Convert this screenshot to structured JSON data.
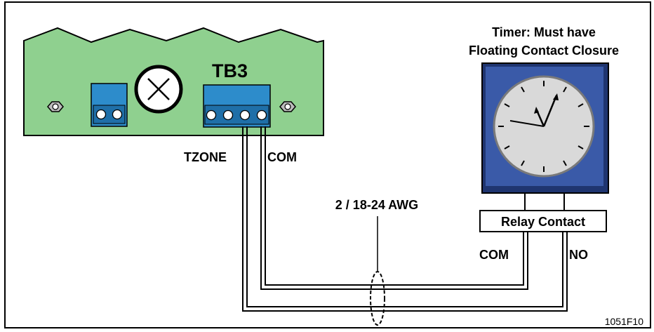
{
  "timer": {
    "title_line1": "Timer: Must have",
    "title_line2": "Floating Contact Closure"
  },
  "board": {
    "terminal_block_label": "TB3"
  },
  "wiring": {
    "left_terminal_label_1": "TZONE",
    "left_terminal_label_2": "COM",
    "cable_spec": "2 / 18-24 AWG",
    "relay_label": "Relay Contact",
    "relay_terminal_com": "COM",
    "relay_terminal_no": "NO"
  },
  "figure_id": "1051F10",
  "colors": {
    "board_green": "#8fd08f",
    "terminal_blue": "#2d8ccb",
    "timer_blue": "#3a5aa8",
    "timer_dark_blue": "#1f3570",
    "clock_face": "#d9d9d9",
    "wire": "#000000"
  },
  "icons": {
    "board_status": "circle-x-icon",
    "mounting_hole": "hex-nut-icon"
  }
}
